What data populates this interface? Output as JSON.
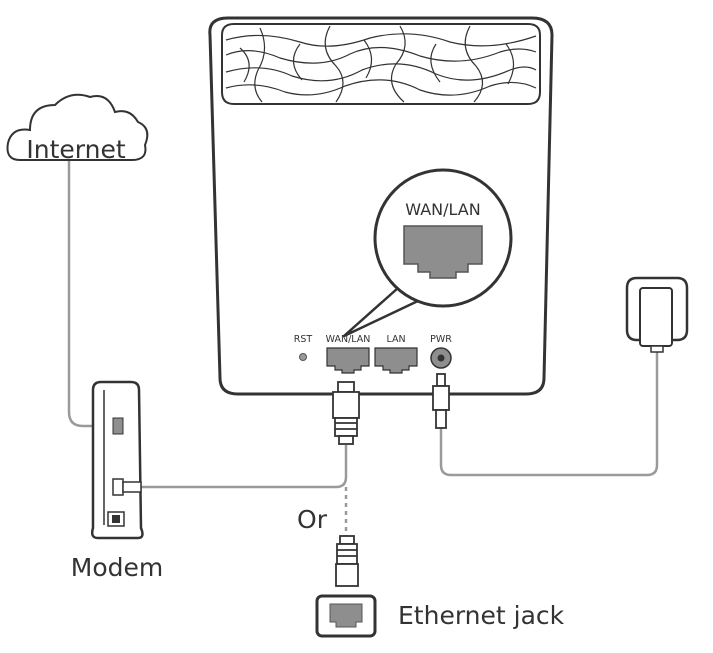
{
  "labels": {
    "internet": "Internet",
    "wan_lan_callout": "WAN/LAN",
    "rst": "RST",
    "wan_lan_port": "WAN/LAN",
    "lan_port": "LAN",
    "pwr_port": "PWR",
    "or": "Or",
    "modem": "Modem",
    "ethernet_jack": "Ethernet jack"
  },
  "colors": {
    "outline": "#333333",
    "cable": "#9a9a9a",
    "port_fill": "#8e8e8e",
    "background": "#ffffff"
  }
}
